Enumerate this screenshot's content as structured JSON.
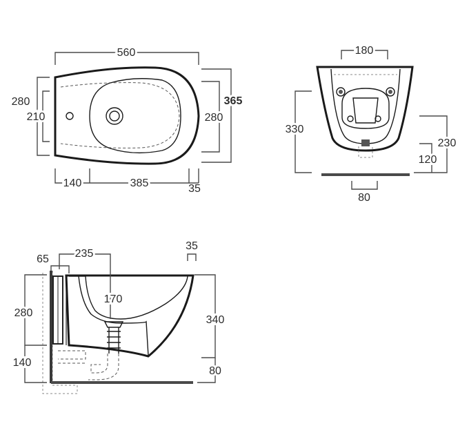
{
  "top_view": {
    "overall_length": "560",
    "overall_width": "365",
    "rim_width": "280",
    "body_width": "280",
    "bowl_width": "210",
    "tap_offset": "140",
    "bowl_length": "385",
    "rear_gap": "35"
  },
  "rear_view": {
    "fixing_spacing": "180",
    "height": "330",
    "fixing_height": "230",
    "waste_height": "120",
    "waste_width": "80"
  },
  "side_view": {
    "frame_depth": "65",
    "bowl_reach": "235",
    "rim_offset": "35",
    "bowl_depth": "170",
    "rim_height": "280",
    "body_height": "340",
    "base_height": "140",
    "floor_gap": "80"
  }
}
